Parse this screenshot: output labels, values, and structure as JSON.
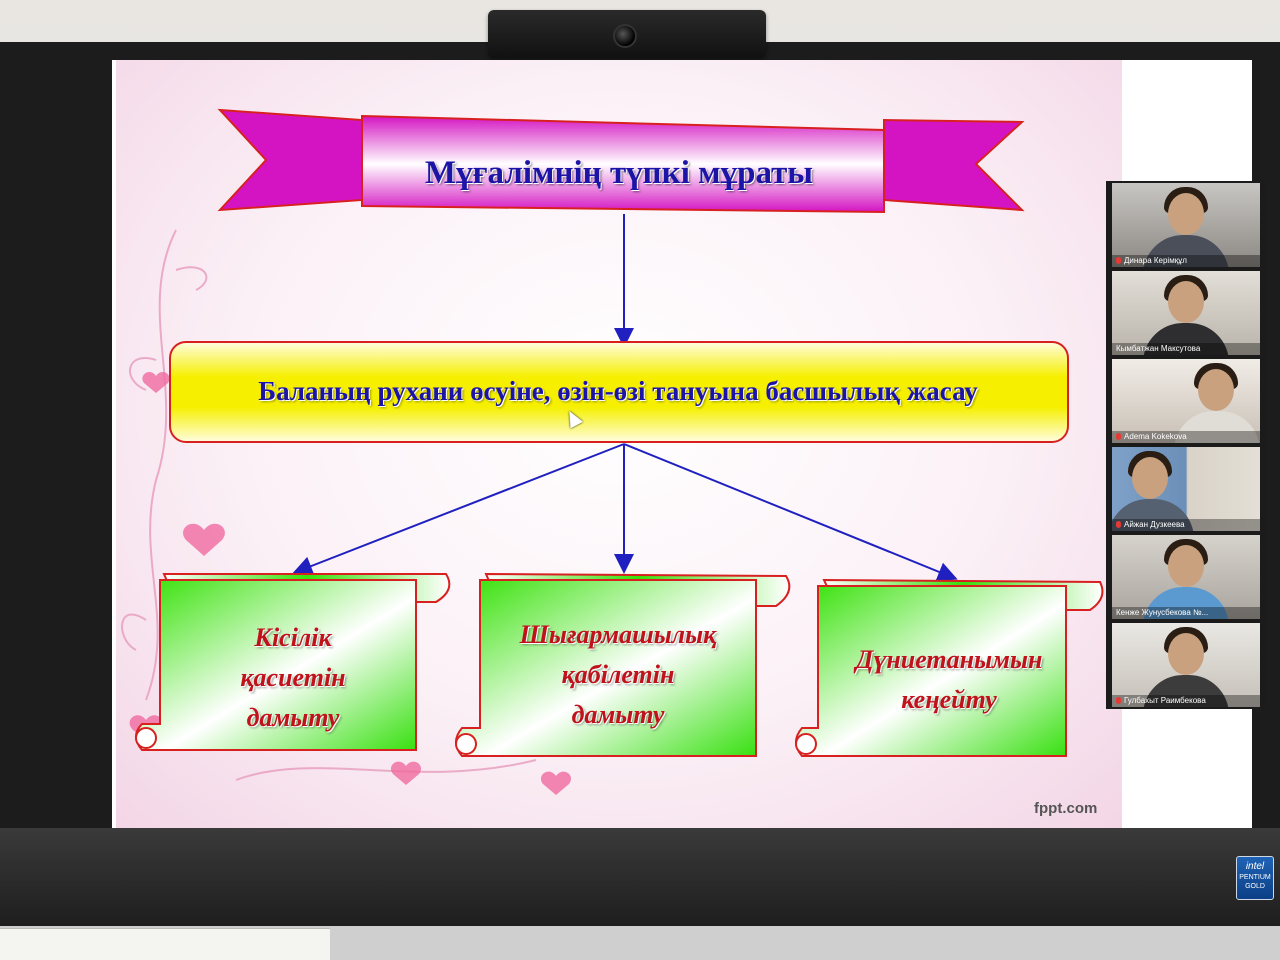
{
  "slide": {
    "title": "Мұғалімнің түпкі мұраты",
    "main": "Баланың рухани өсуіне, өзін-өзі тануына басшылық жасау",
    "boxes": [
      {
        "lines": [
          "Кісілік",
          "қасиетін",
          "дамыту"
        ]
      },
      {
        "lines": [
          "Шығармашылық",
          "қабілетін",
          "дамыту"
        ]
      },
      {
        "lines": [
          "Дүниетанымын",
          "кеңейту"
        ]
      }
    ],
    "watermark": "fppt.com"
  },
  "participants": [
    {
      "name": "Динара Керімқұл",
      "muted": true
    },
    {
      "name": "Кымбатжан Максутова",
      "muted": false
    },
    {
      "name": "Adema Kokekova",
      "muted": true
    },
    {
      "name": "Айжан Дузкеева",
      "muted": true
    },
    {
      "name": "Кенже Жунусбекова №...",
      "muted": false
    },
    {
      "name": "Гулбахыт Раимбекова",
      "muted": true
    }
  ],
  "hardware": {
    "badge_brand": "intel",
    "badge_line1": "PENTIUM",
    "badge_line2": "GOLD"
  },
  "colors": {
    "title_ribbon": "#e020c8",
    "main_banner": "#f8f000",
    "scroll_green": "#35e60a",
    "arrow": "#2020c0",
    "border_red": "#d82020"
  }
}
